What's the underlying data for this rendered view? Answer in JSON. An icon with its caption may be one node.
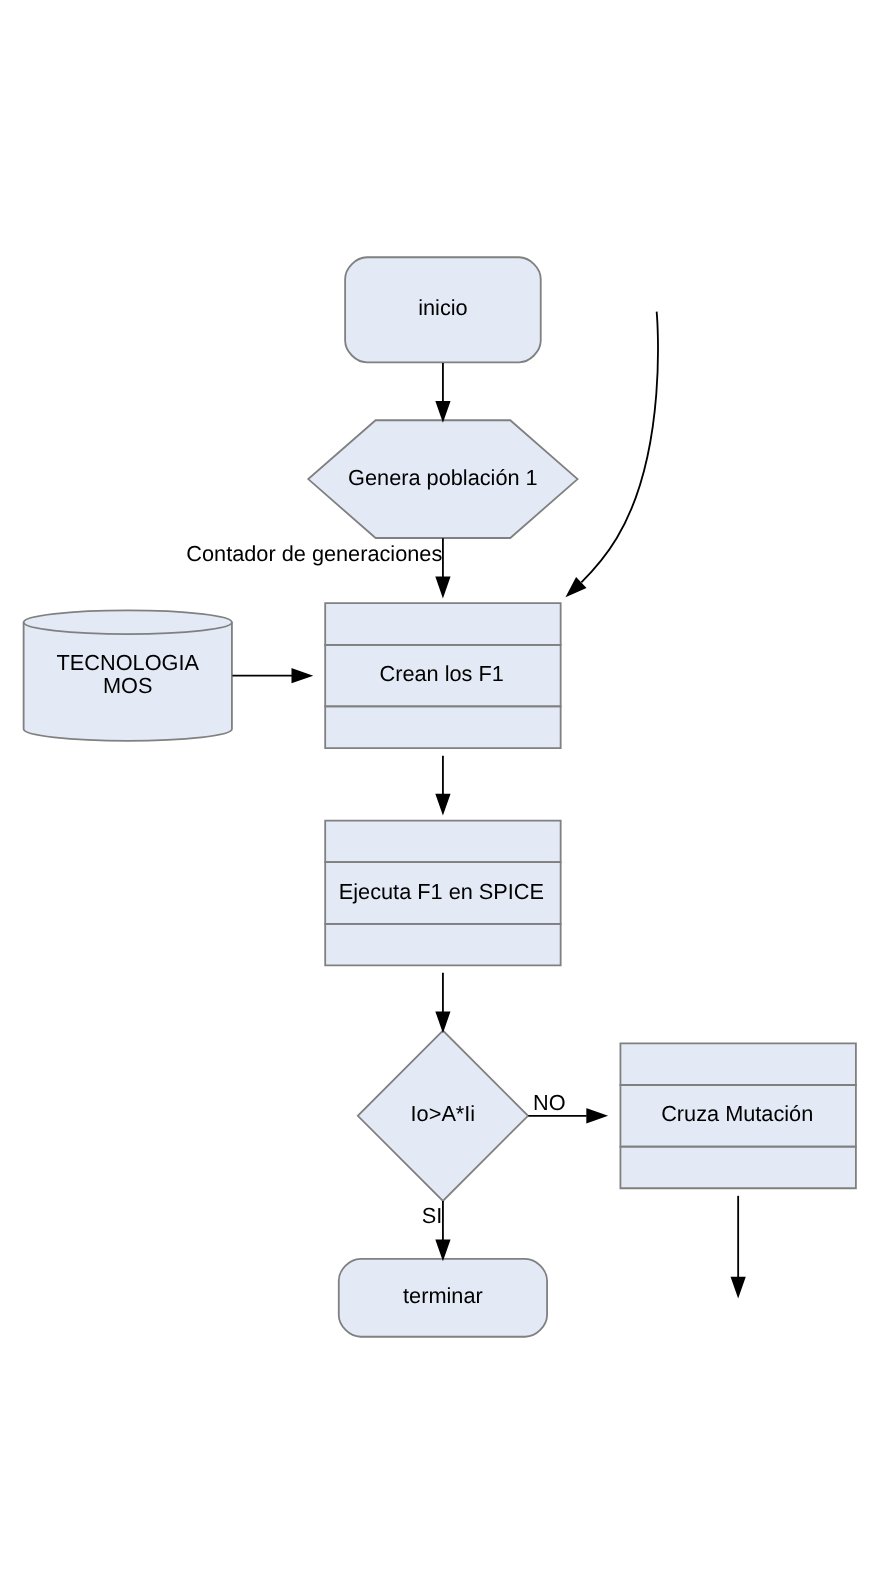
{
  "diagram": {
    "nodes": [
      {
        "text": [
          "inicio"
        ]
      },
      {
        "text": [
          "Genera población 1"
        ]
      },
      {
        "text": [
          "Crean los F1"
        ]
      },
      {
        "text": [
          "TECNOLOGIA",
          "MOS"
        ]
      },
      {
        "text": [
          "Ejecuta F1 en SPICE"
        ]
      },
      {
        "text": [
          "Io>A*Ii"
        ]
      },
      {
        "text": [
          "Cruza Mutación"
        ]
      },
      {
        "text": [
          "terminar"
        ]
      }
    ],
    "edges": [
      {
        "from": 0,
        "to": 1,
        "arrow": "to"
      },
      {
        "from": 1,
        "to": 2,
        "arrow": "to",
        "label": "Contador de generaciones"
      },
      {
        "from": 3,
        "to": 2,
        "arrow": "to"
      },
      {
        "from": 2,
        "to": 4,
        "arrow": "to"
      },
      {
        "from": 4,
        "to": 5,
        "arrow": "to"
      },
      {
        "from": 5,
        "to": 6,
        "arrow": "to",
        "label": "NO"
      },
      {
        "from": 5,
        "to": 7,
        "arrow": "to",
        "label": "SI"
      },
      {
        "from": 6,
        "to": null,
        "arrow": "to"
      },
      {
        "from": null,
        "to": 2,
        "arrow": "to"
      }
    ]
  }
}
